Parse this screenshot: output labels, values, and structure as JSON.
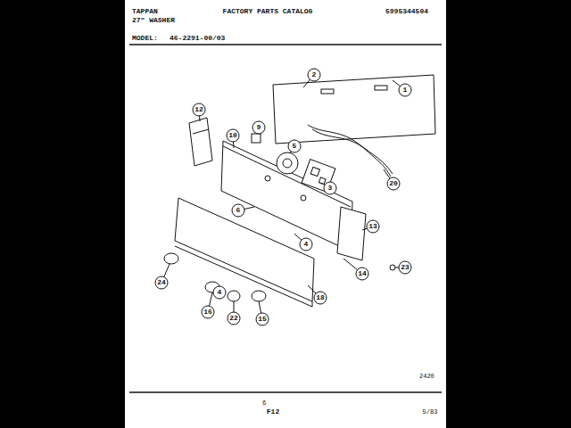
{
  "diagram": {
    "title": "FACTORY PARTS CATALOG",
    "labels": [
      "TAPPAN",
      "27\" WASHER",
      "5995344504",
      "MODEL:",
      "46-2291-00/03",
      "2",
      "1",
      "12",
      "9",
      "10",
      "5",
      "3",
      "20",
      "13",
      "6",
      "4",
      "14",
      "23",
      "24",
      "4",
      "16",
      "22",
      "15",
      "18",
      "2420",
      "6",
      "F12",
      "5/83"
    ]
  }
}
